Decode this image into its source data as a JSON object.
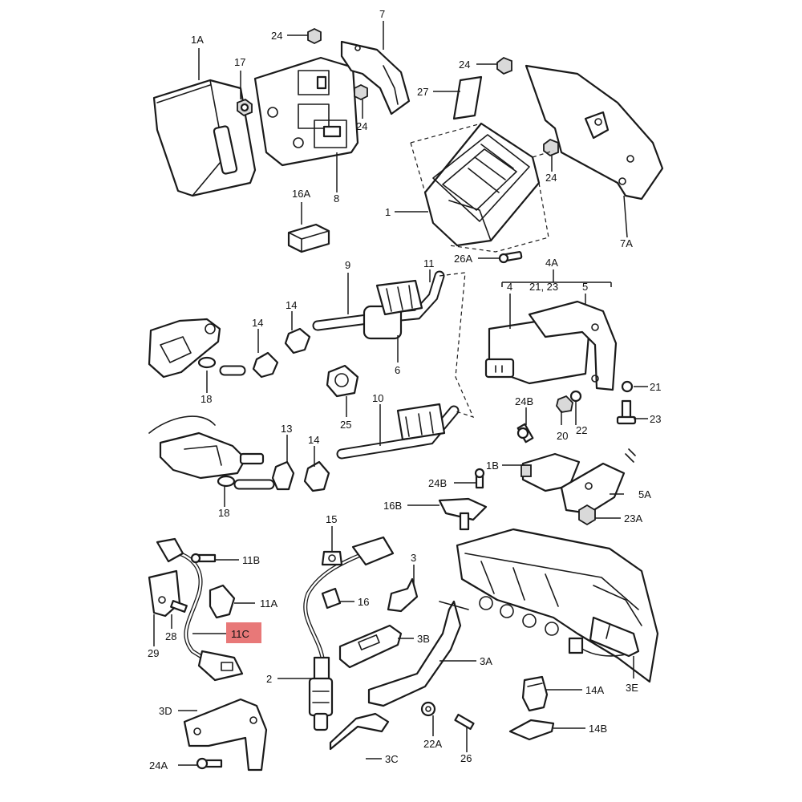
{
  "diagram": {
    "highlight_color": "#e87878",
    "highlighted_label": "11C",
    "labels": {
      "l_1A": "1A",
      "l_17": "17",
      "l_24a": "24",
      "l_7": "7",
      "l_24b": "24",
      "l_8": "8",
      "l_16A": "16A",
      "l_24c": "24",
      "l_27": "27",
      "l_24d": "24",
      "l_1": "1",
      "l_7A": "7A",
      "l_26A": "26A",
      "l_11": "11",
      "l_9": "9",
      "l_14a": "14",
      "l_14b": "14",
      "l_18a": "18",
      "l_6": "6",
      "l_25": "25",
      "l_10": "10",
      "l_13": "13",
      "l_14c": "14",
      "l_18b": "18",
      "l_4A": "4A",
      "l_4": "4",
      "l_2123": "21, 23",
      "l_5": "5",
      "l_21": "21",
      "l_24B": "24B",
      "l_22": "22",
      "l_20": "20",
      "l_23": "23",
      "l_1B": "1B",
      "l_5A": "5A",
      "l_24B2": "24B",
      "l_16B": "16B",
      "l_23A": "23A",
      "l_15": "15",
      "l_11B": "11B",
      "l_11A": "11A",
      "l_16": "16",
      "l_3": "3",
      "l_28": "28",
      "l_11C": "11C",
      "l_29": "29",
      "l_3B": "3B",
      "l_3A": "3A",
      "l_3E": "3E",
      "l_2": "2",
      "l_14A": "14A",
      "l_3D": "3D",
      "l_22A": "22A",
      "l_26": "26",
      "l_14B": "14B",
      "l_3C": "3C",
      "l_24A": "24A"
    }
  }
}
